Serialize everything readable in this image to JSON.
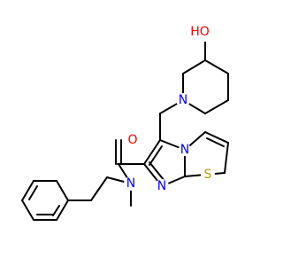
{
  "molecule": {
    "atom_labels": {
      "ho": "HO",
      "n_piperidine": "N",
      "o_carbonyl": "O",
      "n_amide": "N",
      "n_bridge": "N",
      "n_ring": "N",
      "s_ring": "S"
    },
    "colors": {
      "bond": "#000000",
      "O": "#ff0000",
      "N": "#0000ff",
      "S": "#b8a000",
      "background": "#ffffff"
    }
  }
}
